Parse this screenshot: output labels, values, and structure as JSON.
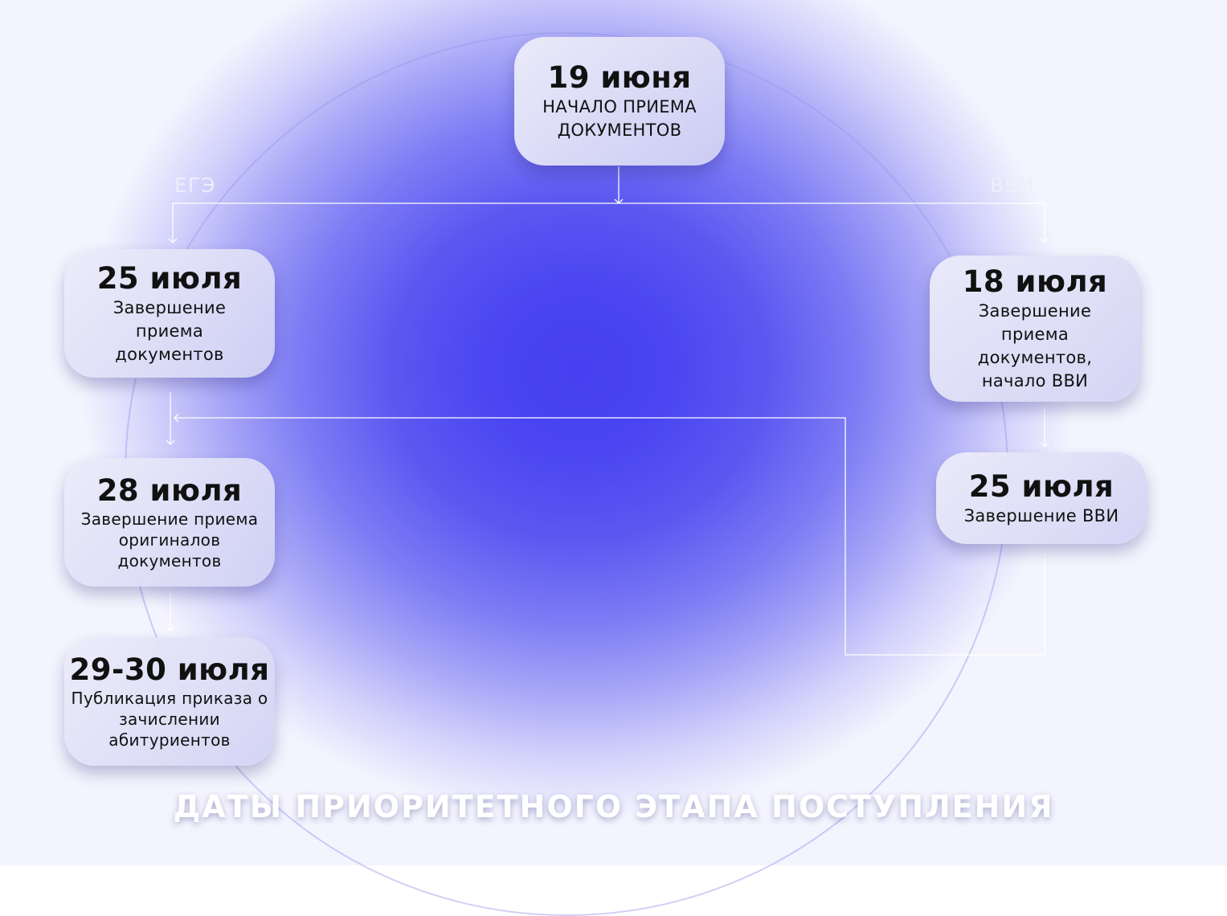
{
  "title": "ДАТЫ ПРИОРИТЕТНОГО ЭТАПА ПОСТУПЛЕНИЯ",
  "branches": {
    "left": "ЕГЭ",
    "right": "ВВИ"
  },
  "nodes": {
    "start": {
      "date": "19 июня",
      "text": "НАЧАЛО ПРИЕМА ДОКУМЕНТОВ"
    },
    "ege_docs_end": {
      "date": "25 июля",
      "text": "Завершение приема документов"
    },
    "originals_end": {
      "date": "28 июля",
      "text": "Завершение приема оригиналов документов"
    },
    "order_publication": {
      "date": "29-30 июля",
      "text": "Публикация приказа о зачислении абитуриентов"
    },
    "vvi_docs_end": {
      "date": "18 июля",
      "text": "Завершение приема документов, начало ВВИ"
    },
    "vvi_end": {
      "date": "25 июля",
      "text": "Завершение ВВИ"
    }
  },
  "colors": {
    "accent": "#4640f0",
    "box": "#e6e6f8",
    "text": "#111111",
    "lines": "#ffffff"
  }
}
